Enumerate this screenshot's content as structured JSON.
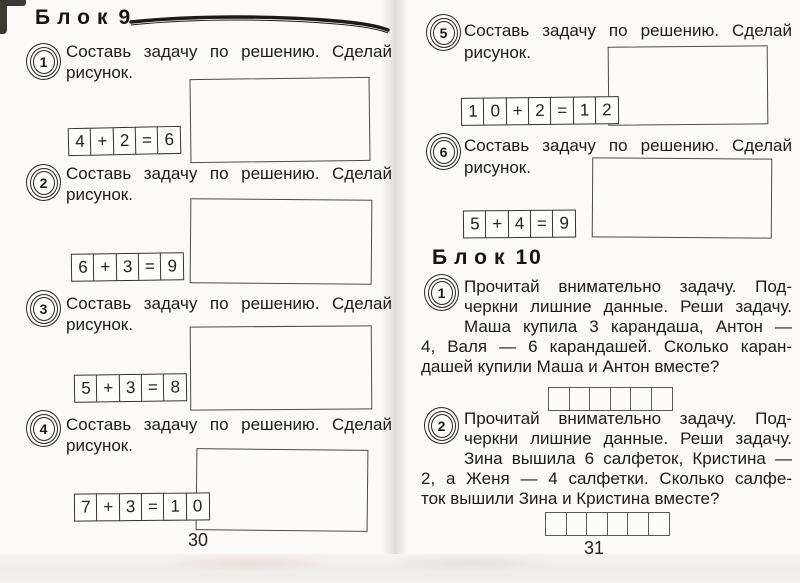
{
  "colors": {
    "ink": "#1c1c1c",
    "paper": "#fbfaf8"
  },
  "b9": {
    "header_label": "Блок",
    "header_number": "9",
    "t1": {
      "num": "1",
      "l1": "Составь задачу по решению. Сделай",
      "l2": "рисунок.",
      "eq": [
        "4",
        "+",
        "2",
        "=",
        "6"
      ]
    },
    "t2": {
      "num": "2",
      "l1": "Составь задачу по решению. Сделай",
      "l2": "рисунок.",
      "eq": [
        "6",
        "+",
        "3",
        "=",
        "9"
      ]
    },
    "t3": {
      "num": "3",
      "l1": "Составь задачу по решению. Сделай",
      "l2": "рисунок.",
      "eq": [
        "5",
        "+",
        "3",
        "=",
        "8"
      ]
    },
    "t4": {
      "num": "4",
      "l1": "Составь задачу по решению. Сделай",
      "l2": "рисунок.",
      "eq": [
        "7",
        "+",
        "3",
        "=",
        "1",
        "0"
      ]
    },
    "t5": {
      "num": "5",
      "l1": "Составь задачу по решению. Сделай",
      "l2": "рисунок.",
      "eq": [
        "1",
        "0",
        "+",
        "2",
        "=",
        "1",
        "2"
      ]
    },
    "t6": {
      "num": "6",
      "l1": "Составь задачу по решению. Сделай",
      "l2": "рисунок.",
      "eq": [
        "5",
        "+",
        "4",
        "=",
        "9"
      ]
    },
    "page_number": "30"
  },
  "b10": {
    "header_label": "Блок",
    "header_number": "10",
    "t1": {
      "num": "1",
      "l1": "Прочитай внимательно задачу. Под-",
      "l2": "черкни лишние данные. Реши задачу.",
      "l3": "Маша купила 3 карандаша, Антон —",
      "l4": "4, Валя — 6 карандашей. Сколько каран-",
      "l5": "дашей купили Маша и Антон вместе?",
      "answer_cells": 6
    },
    "t2": {
      "num": "2",
      "l1": "Прочитай внимательно задачу. Под-",
      "l2": "черкни лишние данные. Реши задачу.",
      "l3": "Зина вышила 6 салфеток, Кристина —",
      "l4": "2, а Женя — 4 салфетки. Сколько салфе-",
      "l5": "ток вышили Зина и Кристина вместе?",
      "answer_cells": 6
    },
    "page_number": "31"
  }
}
